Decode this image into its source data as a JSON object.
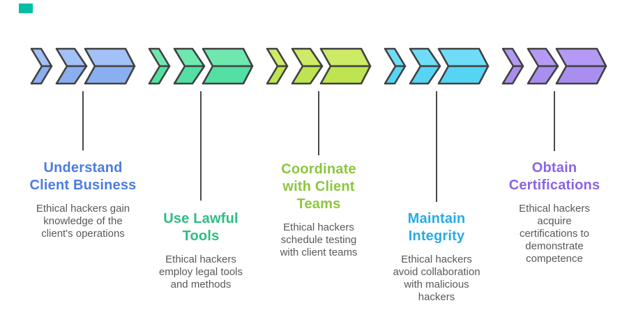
{
  "accent_square_color": "#00BFA5",
  "outline_color": "#414141",
  "connector_color": "#4A4A4B",
  "description_color": "#58595B",
  "steps": [
    {
      "title": "Understand\nClient Business",
      "description": "Ethical hackers gain\nknowledge of the\nclient's operations",
      "title_color": "#4A7CE0",
      "chevron_top": "#A2C1F6",
      "chevron_bottom": "#8AAFF1"
    },
    {
      "title": "Use Lawful\nTools",
      "description": "Ethical hackers\nemploy legal tools\nand methods",
      "title_color": "#2BBE81",
      "chevron_top": "#6FE8B0",
      "chevron_bottom": "#54E0A3"
    },
    {
      "title": "Coordinate\nwith Client\nTeams",
      "description": "Ethical hackers\nschedule testing\nwith client teams",
      "title_color": "#8CC63F",
      "chevron_top": "#CDEB66",
      "chevron_bottom": "#BEE451"
    },
    {
      "title": "Maintain\nIntegrity",
      "description": "Ethical hackers\navoid collaboration\nwith malicious\nhackers",
      "title_color": "#27ACE3",
      "chevron_top": "#6FDDF8",
      "chevron_bottom": "#55D4F4"
    },
    {
      "title": "Obtain\nCertifications",
      "description": "Ethical hackers\nacquire\ncertifications to\ndemonstrate\ncompetence",
      "title_color": "#8A64E5",
      "chevron_top": "#B49AF4",
      "chevron_bottom": "#A98EF0"
    }
  ]
}
